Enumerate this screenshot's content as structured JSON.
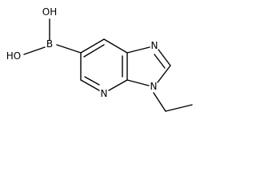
{
  "molecule": {
    "labels": {
      "boron": "B",
      "hydroxyl_top": "OH",
      "hydroxyl_left": "HO",
      "ring_nitrogen_imidazole_top": "N",
      "ring_nitrogen_pyridine": "N",
      "ring_nitrogen_imidazole_bottom": "N"
    }
  }
}
